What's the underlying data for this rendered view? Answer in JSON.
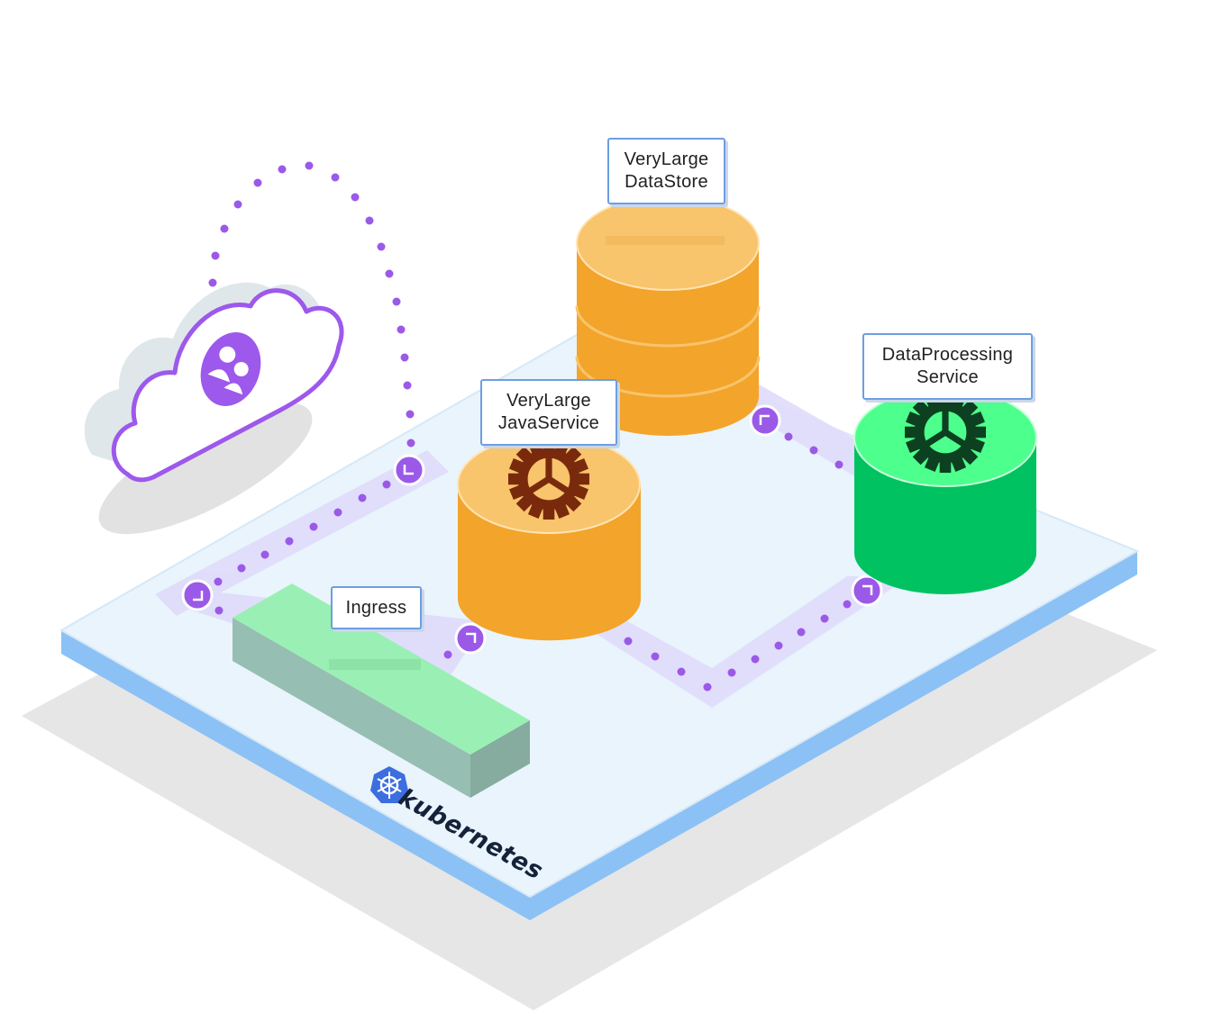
{
  "labels": {
    "datastore": [
      "VeryLarge",
      "DataStore"
    ],
    "javaservice": [
      "VeryLarge",
      "JavaService"
    ],
    "dataprocessing": [
      "DataProcessing",
      "Service"
    ],
    "ingress": "Ingress"
  },
  "platform": {
    "brand": "kubernetes",
    "brand_icon": "kubernetes-helm-icon"
  },
  "icons": {
    "cloud": "cloud-users-icon",
    "gear": "gear-icon",
    "connector": "chevron-arrow-icon"
  },
  "colors": {
    "platform_top": "#e9f4fc",
    "platform_edge": "#8cc1f5",
    "path": "#e0dcfb",
    "dot": "#9b59e8",
    "orange": "#f3a42a",
    "orange_light": "#f8c46c",
    "green": "#00c261",
    "green_light": "#4dff8c",
    "ingress_top": "#9af0b4",
    "ingress_side": "#97beb3",
    "cloud_stroke": "#9d58ec",
    "gear_dark": "#7a2a0c",
    "gear_green": "#0c4020"
  }
}
